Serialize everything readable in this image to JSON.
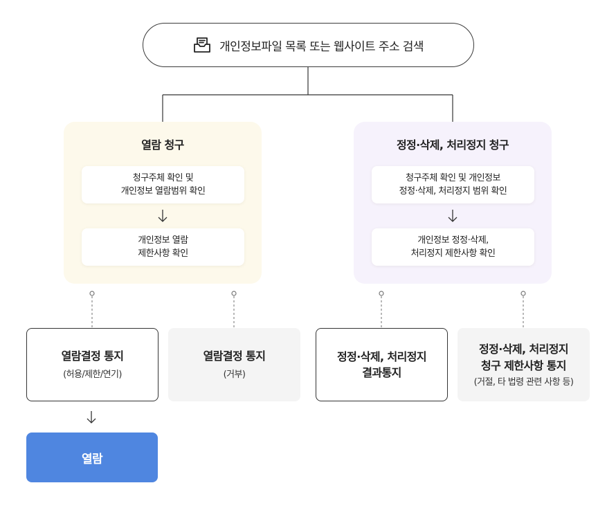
{
  "header": {
    "title": "개인정보파일 목록 또는 웹사이트 주소 검색",
    "icon": "document-tray-icon"
  },
  "colors": {
    "left_panel_bg": "#fdf9eb",
    "right_panel_bg": "#f6f2fc",
    "final_button_bg": "#4f86e0",
    "grey_box_bg": "#f4f4f4"
  },
  "left_panel": {
    "title": "열람 청구",
    "steps": [
      "청구주체 확인 및\n개인정보 열람범위 확인",
      "개인정보 열람\n제한사항 확인"
    ]
  },
  "right_panel": {
    "title": "정정·삭제, 처리정지 청구",
    "steps": [
      "청구주체 확인 및 개인정보\n정정·삭제, 처리정지 범위 확인",
      "개인정보 정정·삭제,\n처리정지 제한사항 확인"
    ]
  },
  "outcomes": [
    {
      "title": "열람결정 통지",
      "sub": "(허용/제한/연기)"
    },
    {
      "title": "열람결정 통지",
      "sub": "(거부)"
    },
    {
      "title": "정정·삭제, 처리정지\n결과통지",
      "sub": ""
    },
    {
      "title": "정정·삭제, 처리정지\n청구 제한사항 통지",
      "sub": "(거절, 타 법령 관련 사항 등)"
    }
  ],
  "final": {
    "label": "열람"
  }
}
